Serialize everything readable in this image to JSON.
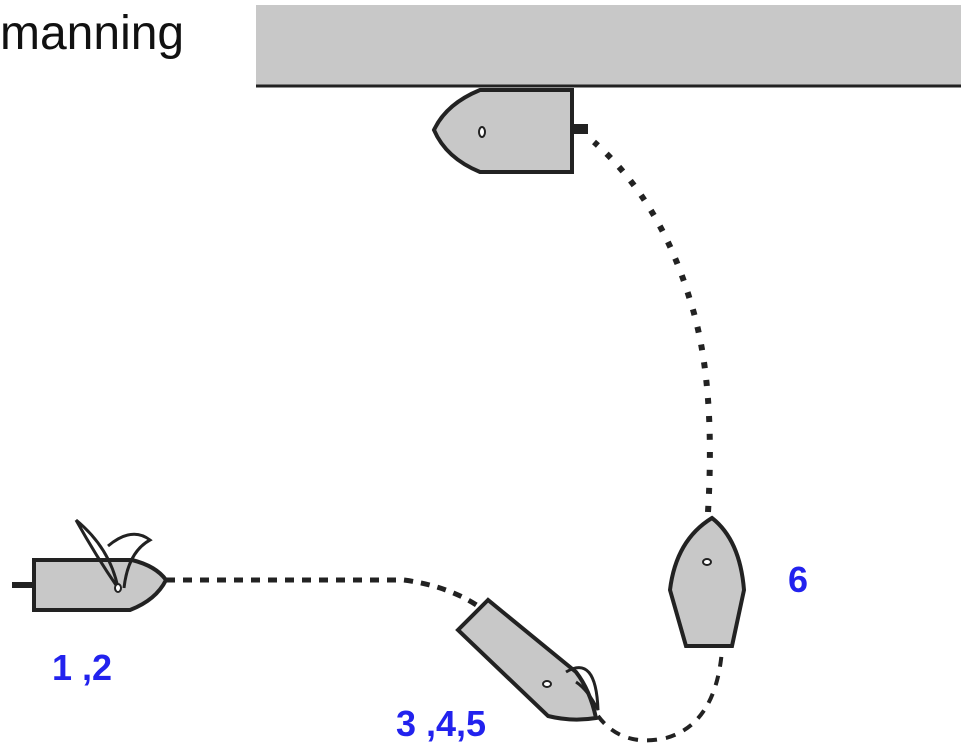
{
  "title": "manning",
  "labels": {
    "positions_1_2": "1 ,2",
    "positions_3_4_5": "3 ,4,5",
    "position_6": "6"
  },
  "colors": {
    "label": "#2222ee",
    "dock": "#c8c8c8",
    "hull": "#c8c8c8",
    "outline": "#222222"
  }
}
